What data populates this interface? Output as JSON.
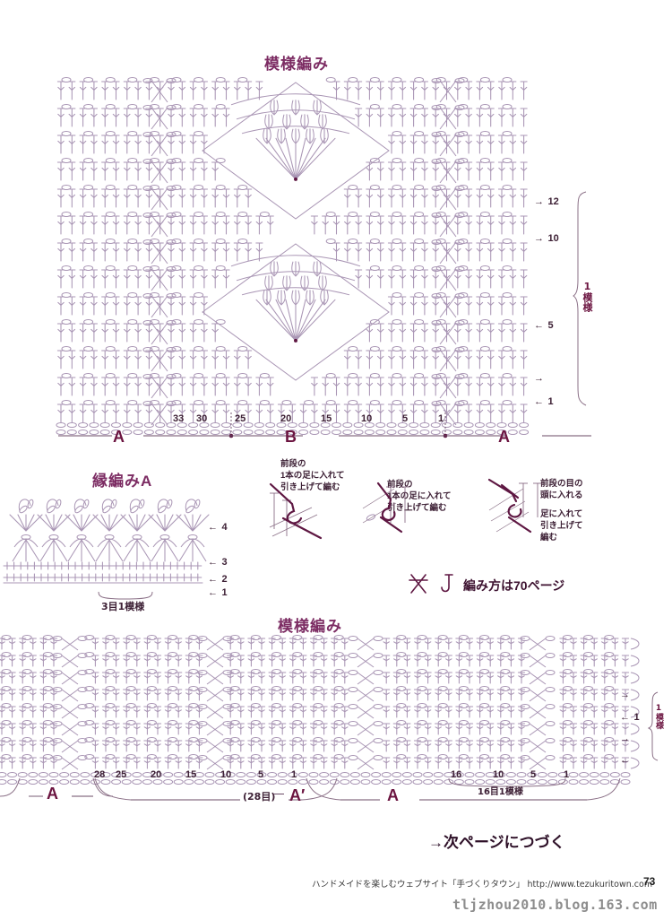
{
  "page": {
    "number": "73",
    "footer_text": "ハンドメイドを楽しむウェブサイト「手づくりタウン」 http://www.tezukuritown.com",
    "watermark": "tljzhou2010.blog.163.com",
    "continue_note": "→次ページにつづく"
  },
  "colors": {
    "title_purple": "#7c2c63",
    "section_label": "#6b1440",
    "stitch_line": "#a995b4",
    "highlight_dark": "#5e1742",
    "text": "#3d2035"
  },
  "top_chart": {
    "title": "模様編み",
    "row_labels": [
      {
        "text": "12",
        "arrow": "→"
      },
      {
        "text": "10",
        "arrow": "→"
      },
      {
        "text": "5",
        "arrow": "←"
      },
      {
        "text": "",
        "arrow": "→"
      },
      {
        "text": "1",
        "arrow": "←"
      }
    ],
    "bracket_label": "1模様",
    "stitch_numbers": [
      "33",
      "30",
      "25",
      "20",
      "15",
      "10",
      "5",
      "1"
    ],
    "sections": [
      "A",
      "B",
      "A"
    ]
  },
  "edge_chart": {
    "title": "縁編みA",
    "row_labels": [
      {
        "text": "4",
        "arrow": "←"
      },
      {
        "text": "3",
        "arrow": "←"
      },
      {
        "text": "2",
        "arrow": "←"
      },
      {
        "text": "1",
        "arrow": "←"
      }
    ],
    "repeat_label": "3目1模様"
  },
  "annotations": [
    {
      "id": "anno-1",
      "lines": [
        "前段の",
        "1本の足に入れて",
        "引き上げて編む"
      ]
    },
    {
      "id": "anno-2",
      "lines": [
        "前段の",
        "1本の足に入れて",
        "引き上げて編む"
      ]
    },
    {
      "id": "anno-3",
      "lines": [
        "前段の目の",
        "頭に入れる"
      ]
    },
    {
      "id": "anno-4",
      "lines": [
        "足に入れて",
        "引き上げて",
        "編む"
      ]
    }
  ],
  "legend": {
    "note": "編み方は70ページ",
    "symbols": [
      "crossed-stitch-symbol",
      "raised-stitch-symbol"
    ]
  },
  "bottom_chart": {
    "title": "模様編み",
    "left_numbers": [
      "28",
      "25",
      "20",
      "15",
      "10",
      "5",
      "1"
    ],
    "right_numbers": [
      "16",
      "10",
      "5",
      "1"
    ],
    "left_repeat_label": "(28目)",
    "left_section_a": "A",
    "left_section_a_prime": "A′",
    "right_repeat_label": "16目1模様",
    "right_section": "A",
    "row_labels": [
      {
        "text": "",
        "arrow": "→"
      },
      {
        "text": "1",
        "arrow": "←"
      },
      {
        "text": "",
        "arrow": "→"
      },
      {
        "text": "",
        "arrow": "←"
      }
    ],
    "bracket_label": "1模様"
  }
}
